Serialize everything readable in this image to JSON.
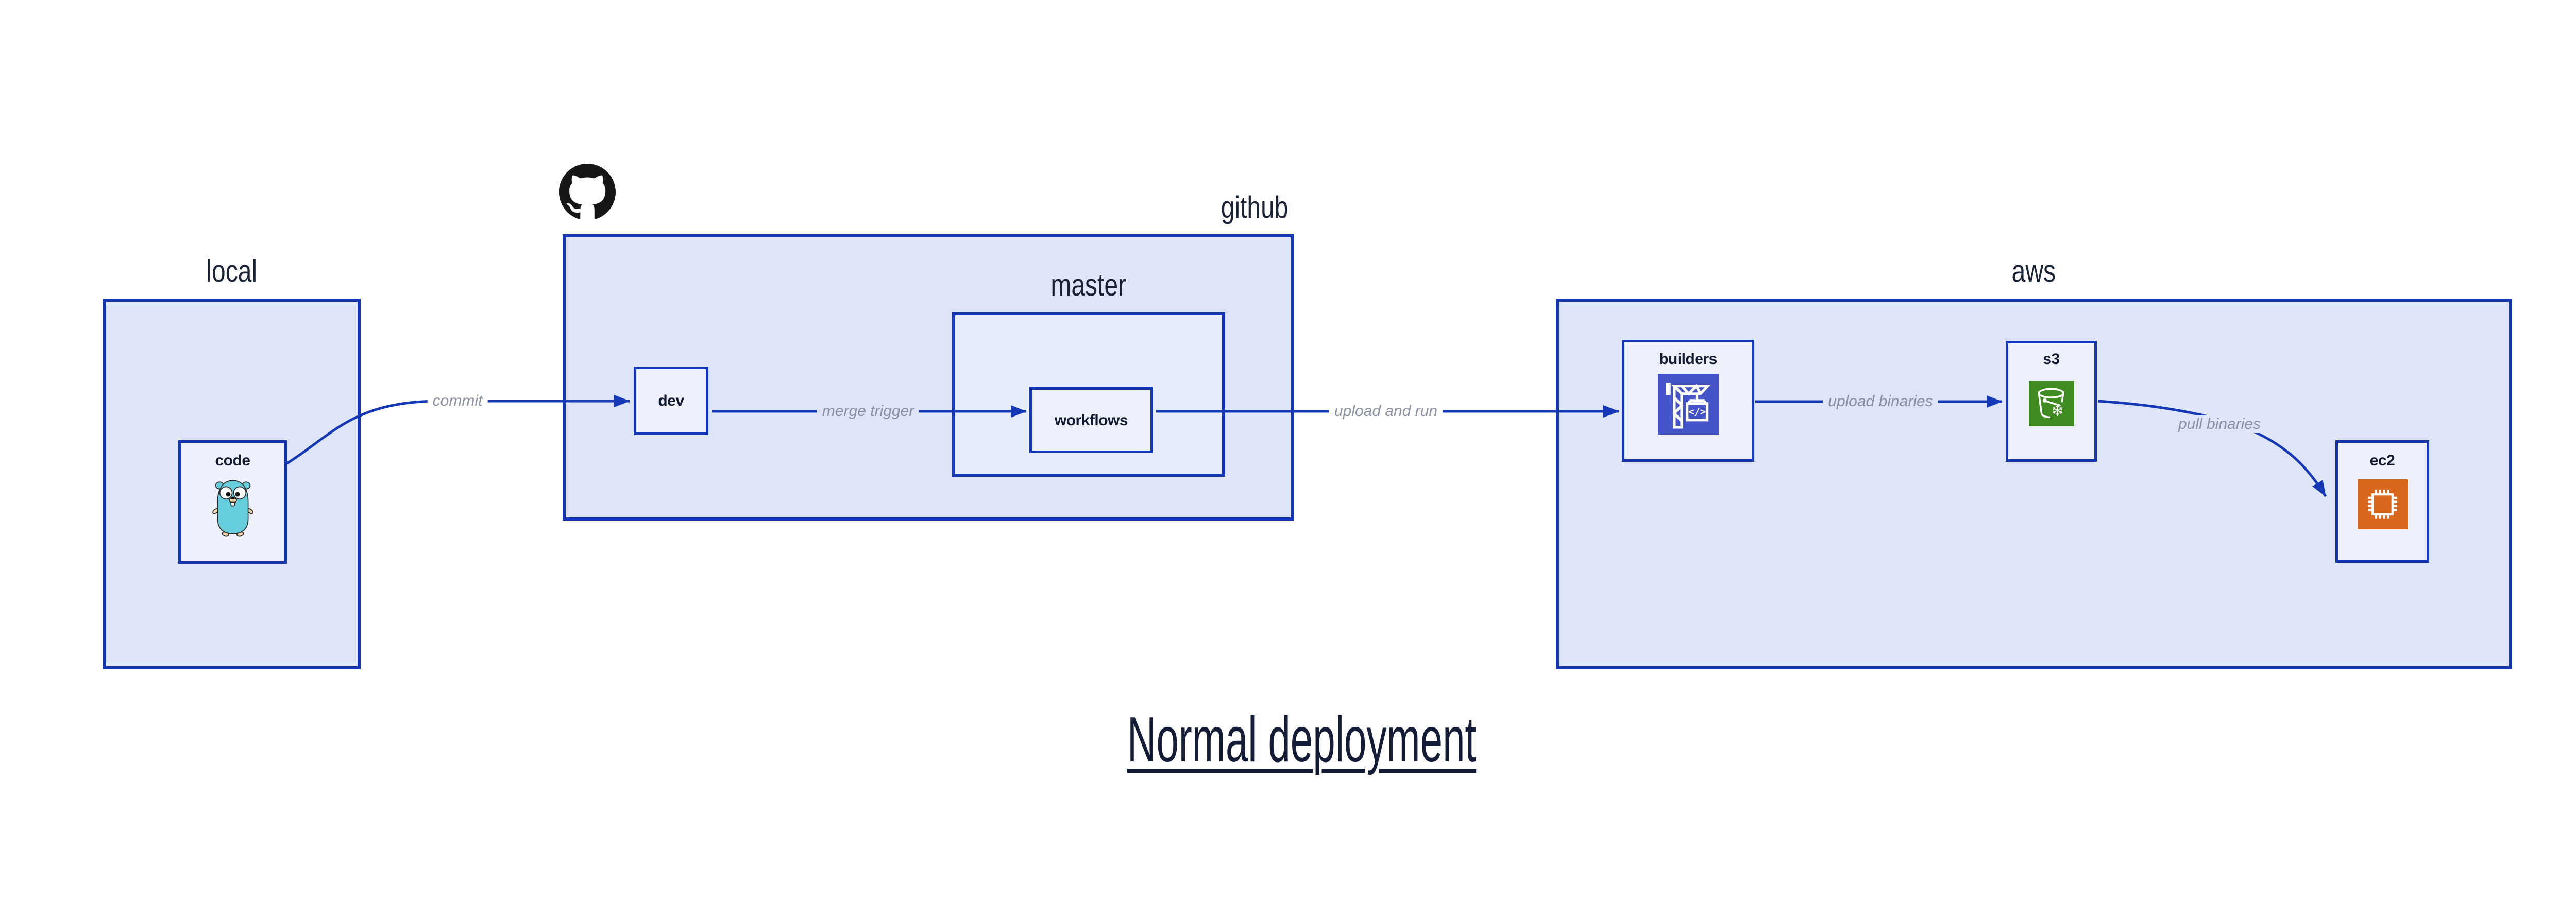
{
  "diagram": {
    "title": "Normal deployment"
  },
  "containers": {
    "local": {
      "label": "local"
    },
    "github": {
      "label": "github"
    },
    "master": {
      "label": "master"
    },
    "aws": {
      "label": "aws"
    }
  },
  "nodes": {
    "code": {
      "label": "code",
      "icon": "go-gopher-icon"
    },
    "dev": {
      "label": "dev"
    },
    "workflows": {
      "label": "workflows"
    },
    "builders": {
      "label": "builders",
      "icon": "aws-codebuild-icon"
    },
    "s3": {
      "label": "s3",
      "icon": "aws-s3-bucket-icon"
    },
    "ec2": {
      "label": "ec2",
      "icon": "aws-ec2-chip-icon"
    }
  },
  "edges": {
    "commit": {
      "label": "commit",
      "from": "code",
      "to": "dev"
    },
    "merge_trigger": {
      "label": "merge trigger",
      "from": "dev",
      "to": "workflows"
    },
    "upload_and_run": {
      "label": "upload and run",
      "from": "workflows",
      "to": "builders"
    },
    "upload_binaries": {
      "label": "upload binaries",
      "from": "builders",
      "to": "s3"
    },
    "pull_binaries": {
      "label": "pull binaries",
      "from": "s3",
      "to": "ec2"
    }
  },
  "logos": {
    "github": "github-octocat-logo"
  },
  "colors": {
    "canvas_bg": "#ffffff",
    "container_fill": "#dee5f9",
    "master_fill": "#e7ecfb",
    "node_fill": "#eef1fc",
    "border_blue": "#1436b4",
    "arrow_blue": "#1539b6",
    "heading_navy": "#1a2238",
    "node_label_navy": "#111a30",
    "edge_label_gray": "#8a90a0",
    "codebuild_bg": "#4453c8",
    "s3_bg": "#3e8b21",
    "ec2_bg": "#d9671d",
    "octocat_black": "#171515",
    "gopher_teal": "#66cedd"
  }
}
